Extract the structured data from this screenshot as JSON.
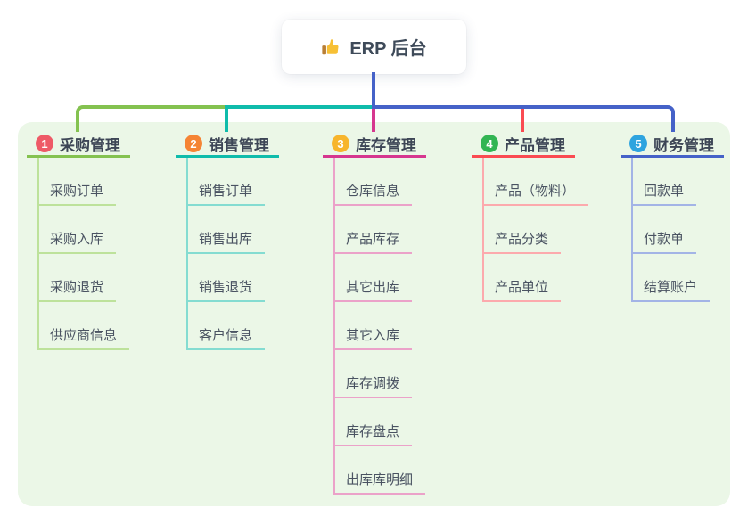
{
  "root": {
    "title": "ERP 后台",
    "icon": "thumbs-up-icon",
    "line_color": "#4562c8"
  },
  "panel": {
    "background": "#ebf7e7"
  },
  "text_colors": {
    "header": "#3d4656",
    "child": "#4a5362",
    "root": "#3e4a59"
  },
  "branches": [
    {
      "num": "1",
      "label": "采购管理",
      "badge_color": "#ee5a67",
      "line_color": "#84c250",
      "child_line_color": "#bde29b",
      "children": [
        "采购订单",
        "采购入库",
        "采购退货",
        "供应商信息"
      ]
    },
    {
      "num": "2",
      "label": "销售管理",
      "badge_color": "#f58434",
      "line_color": "#0fbcab",
      "child_line_color": "#84dcd1",
      "children": [
        "销售订单",
        "销售出库",
        "销售退货",
        "客户信息"
      ]
    },
    {
      "num": "3",
      "label": "库存管理",
      "badge_color": "#f7b52c",
      "line_color": "#d6378f",
      "child_line_color": "#eba2c9",
      "children": [
        "仓库信息",
        "产品库存",
        "其它出库",
        "其它入库",
        "库存调拨",
        "库存盘点",
        "出库库明细"
      ]
    },
    {
      "num": "4",
      "label": "产品管理",
      "badge_color": "#32b553",
      "line_color": "#fa4b52",
      "child_line_color": "#fcaaad",
      "children": [
        "产品（物料）",
        "产品分类",
        "产品单位"
      ]
    },
    {
      "num": "5",
      "label": "财务管理",
      "badge_color": "#2ea4df",
      "line_color": "#4562c8",
      "child_line_color": "#a3b4e6",
      "children": [
        "回款单",
        "付款单",
        "结算账户"
      ]
    }
  ]
}
